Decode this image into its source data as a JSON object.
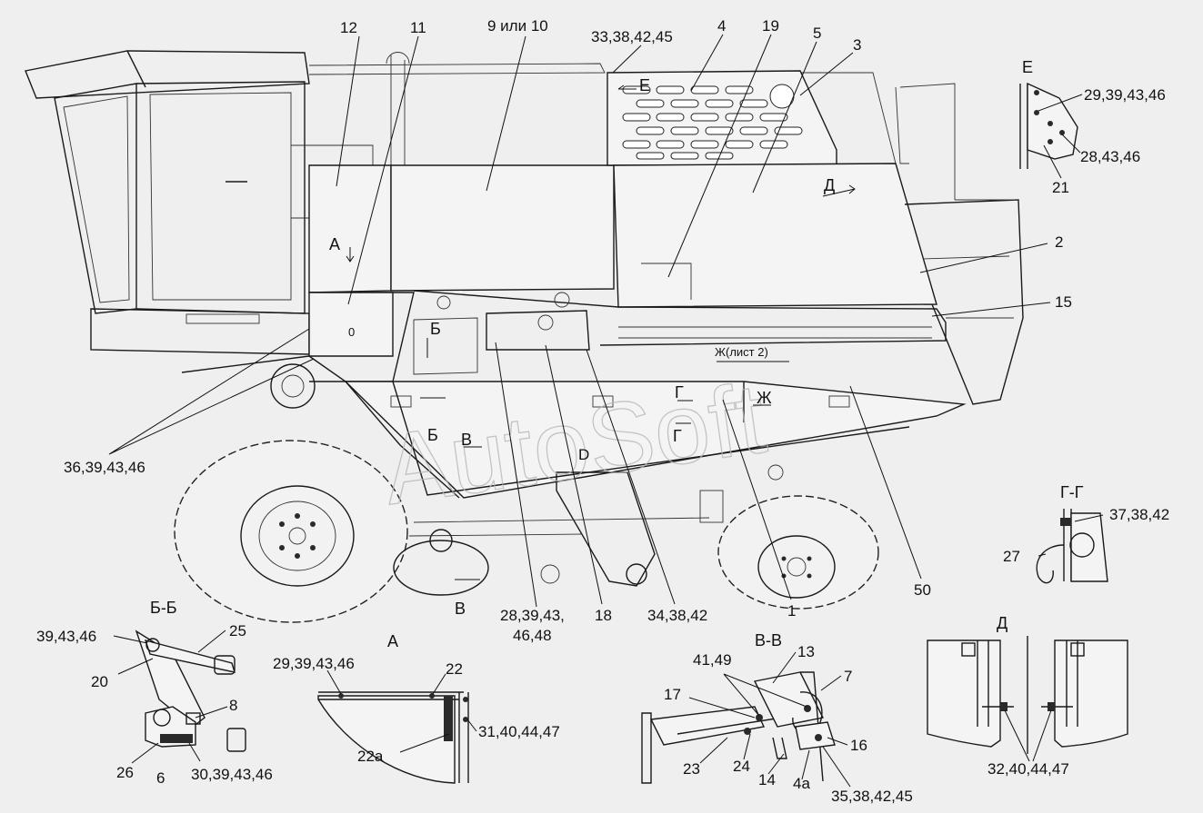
{
  "watermark": "AutoSoft",
  "section_titles": {
    "e": "Е",
    "gg": "Г-Г",
    "bb": "Б-Б",
    "a": "А",
    "vv": "В-В",
    "d": "Д"
  },
  "main_labels": {
    "l12": "12",
    "l11": "11",
    "l9": "9 или 10",
    "l33": "33,38,42,45",
    "l4": "4",
    "l19": "19",
    "l5": "5",
    "l3": "3",
    "l2": "2",
    "l15": "15",
    "l36": "36,39,43,46",
    "l28": "28,39,43,",
    "l28b": "46,48",
    "l18": "18",
    "l34": "34,38,42",
    "l1": "1",
    "l50": "50"
  },
  "view_marks": {
    "e": "Е",
    "d": "Д",
    "a": "А",
    "b1": "Б",
    "b2": "Б",
    "v1": "В",
    "v2": "В",
    "g1": "Г",
    "g2": "Г",
    "zh1": "Ж",
    "zh_list": "Ж(лист 2)",
    "o": "0",
    "dd": "D"
  },
  "e_labels": {
    "l29": "29,39,43,46",
    "l28": "28,43,46",
    "l21": "21"
  },
  "gg_labels": {
    "l37": "37,38,42",
    "l27": "27"
  },
  "bb_labels": {
    "l39": "39,43,46",
    "l25": "25",
    "l20": "20",
    "l8": "8",
    "l26": "26",
    "l6": "6",
    "l30": "30,39,43,46"
  },
  "a_labels": {
    "l29": "29,39,43,46",
    "l22": "22",
    "l31": "31,40,44,47",
    "l22a": "22а"
  },
  "vv_labels": {
    "l41": "41,49",
    "l13": "13",
    "l7": "7",
    "l17": "17",
    "l23": "23",
    "l24": "24",
    "l16": "16",
    "l14": "14",
    "l4a": "4а",
    "l35": "35,38,42,45"
  },
  "d_labels": {
    "l32": "32,40,44,47"
  }
}
